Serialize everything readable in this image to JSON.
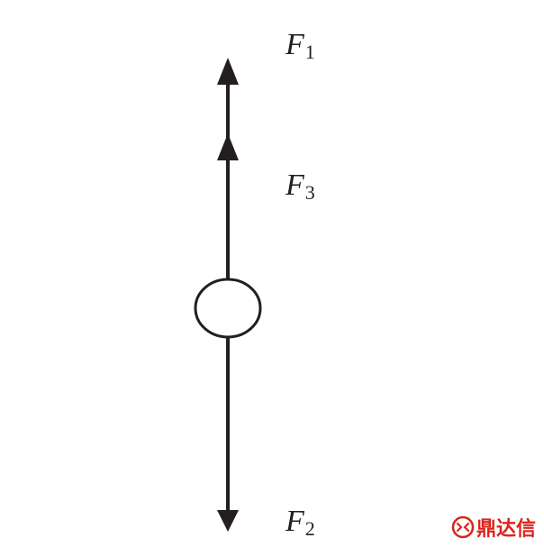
{
  "forces": {
    "f1": {
      "symbol": "F",
      "subscript": "1"
    },
    "f2": {
      "symbol": "F",
      "subscript": "2"
    },
    "f3": {
      "symbol": "F",
      "subscript": "3"
    }
  },
  "colors": {
    "ink": "#231f20",
    "watermark": "#d9261c",
    "background": "#ffffff"
  },
  "icons": {
    "body": "circle-body-icon",
    "arrow_up": "arrowhead-up-icon",
    "arrow_down": "arrowhead-down-icon",
    "watermark_logo": "watermark-logo-icon"
  },
  "watermark": {
    "text": "鼎达信"
  }
}
